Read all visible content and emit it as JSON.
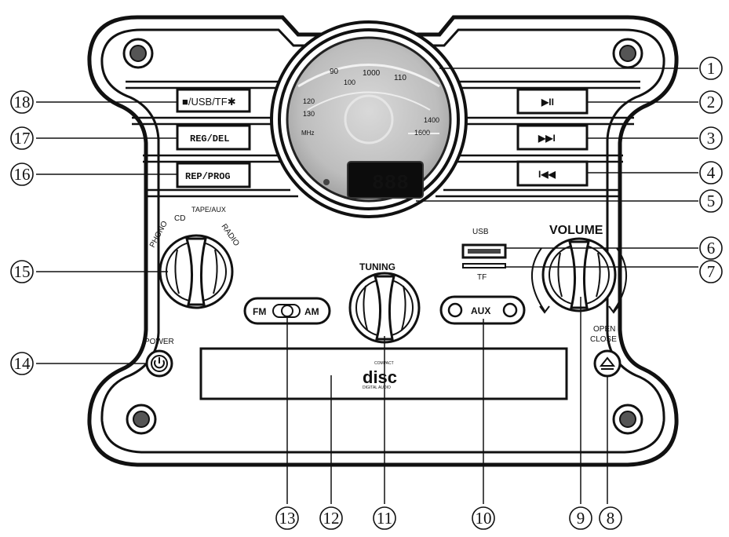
{
  "buttons": {
    "mode_button": "■/USB/TF✱",
    "reg_del_button": "REG/DEL",
    "rep_prog_button": "REP/PROG",
    "play_pause_button": "▶II",
    "next_button": "▶▶I",
    "prev_button": "I◀◀"
  },
  "dial_scale": {
    "ticks": [
      "90",
      "1000",
      "110",
      "120",
      "100",
      "130",
      "1400",
      "1600",
      "MHz"
    ]
  },
  "display": {
    "readout": "888"
  },
  "function_selector": {
    "options": [
      "PHONO",
      "CD",
      "TAPE/AUX",
      "RADIO"
    ]
  },
  "labels": {
    "tuning": "TUNING",
    "volume": "VOLUME",
    "usb": "USB",
    "tf": "TF",
    "power": "POWER",
    "open_close_line1": "OPEN",
    "open_close_line2": "CLOSE",
    "fm": "FM",
    "am": "AM",
    "aux": "AUX",
    "disc_logo": "disc",
    "compact": "COMPACT",
    "digital_audio": "DIGITAL AUDIO"
  },
  "callouts": {
    "c1": "1",
    "c2": "2",
    "c3": "3",
    "c4": "4",
    "c5": "5",
    "c6": "6",
    "c7": "7",
    "c8": "8",
    "c9": "9",
    "c10": "10",
    "c11": "11",
    "c12": "12",
    "c13": "13",
    "c14": "14",
    "c15": "15",
    "c16": "16",
    "c17": "17",
    "c18": "18"
  }
}
